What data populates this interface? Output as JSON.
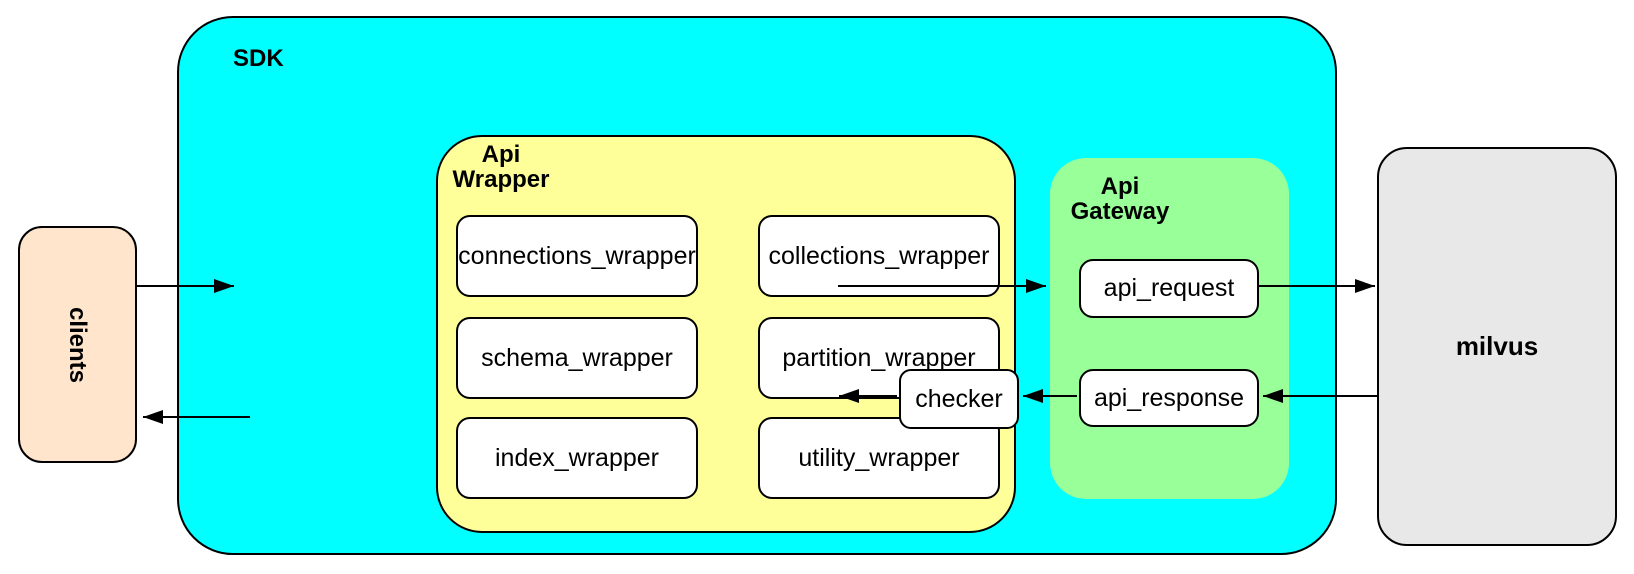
{
  "colors": {
    "sdk_fill": "#00ffff",
    "api_wrapper_fill": "#ffff99",
    "api_gateway_fill": "#99ff99",
    "clients_fill": "#ffe5cc",
    "milvus_fill": "#e8e8e8",
    "node_fill": "#ffffff",
    "border": "#000000"
  },
  "diagram": {
    "clients": {
      "label": "clients"
    },
    "sdk": {
      "label": "SDK"
    },
    "api_wrapper": {
      "label_line1": "Api",
      "label_line2": "Wrapper",
      "boxes": [
        {
          "label": "connections_wrapper"
        },
        {
          "label": "collections_wrapper"
        },
        {
          "label": "schema_wrapper"
        },
        {
          "label": "partition_wrapper"
        },
        {
          "label": "index_wrapper"
        },
        {
          "label": "utility_wrapper"
        }
      ]
    },
    "checker": {
      "label": "checker"
    },
    "api_gateway": {
      "label_line1": "Api",
      "label_line2": "Gateway",
      "request": {
        "label": "api_request"
      },
      "response": {
        "label": "api_response"
      }
    },
    "milvus": {
      "label": "milvus"
    },
    "connections": [
      {
        "from": "clients",
        "to": "SDK"
      },
      {
        "from": "Api Wrapper",
        "to": "api_request"
      },
      {
        "from": "api_request",
        "to": "milvus"
      },
      {
        "from": "milvus",
        "to": "api_response"
      },
      {
        "from": "api_response",
        "to": "checker"
      },
      {
        "from": "checker",
        "to": "Api Wrapper"
      },
      {
        "from": "Api Wrapper",
        "to": "clients"
      }
    ]
  }
}
